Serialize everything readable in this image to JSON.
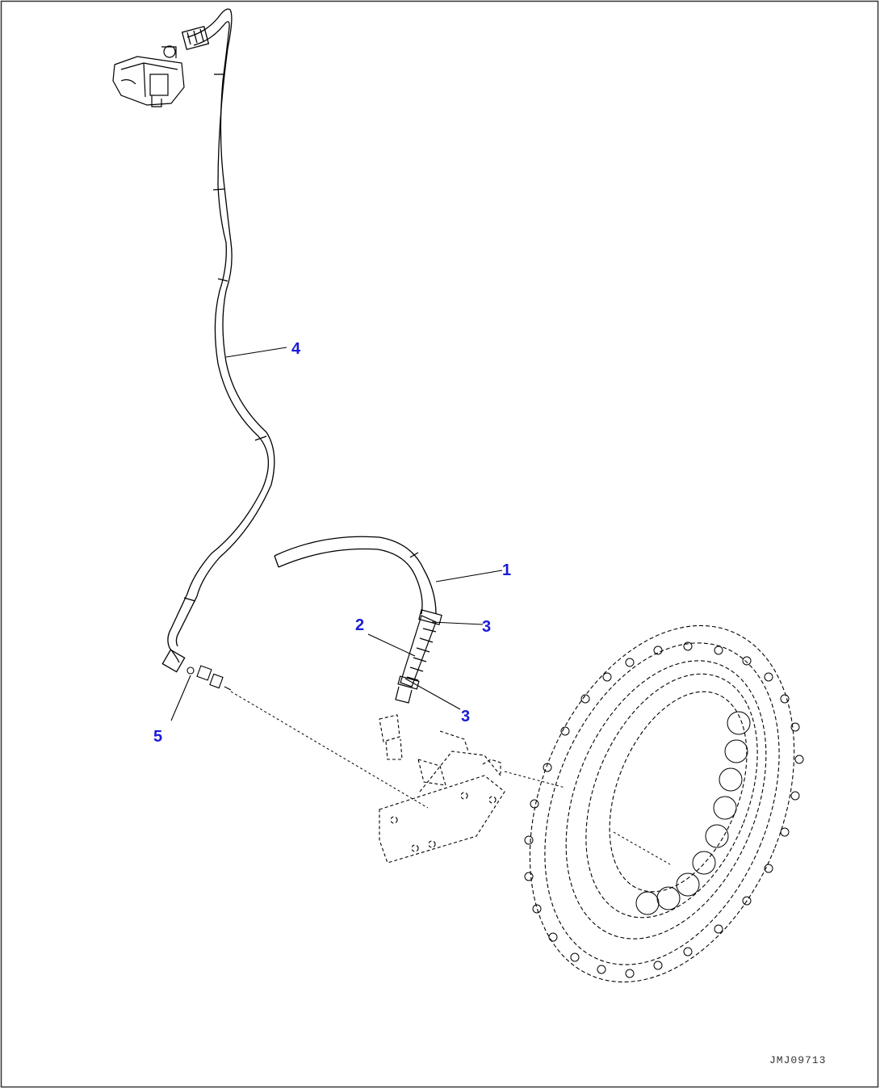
{
  "callouts": [
    {
      "id": "c1",
      "label": "1"
    },
    {
      "id": "c2",
      "label": "2"
    },
    {
      "id": "c3a",
      "label": "3"
    },
    {
      "id": "c3b",
      "label": "3"
    },
    {
      "id": "c4",
      "label": "4"
    },
    {
      "id": "c5",
      "label": "5"
    }
  ],
  "drawing_code": "JMJ09713",
  "colors": {
    "callout": "#1a1ad6",
    "line": "#000000",
    "frame": "#333333"
  }
}
